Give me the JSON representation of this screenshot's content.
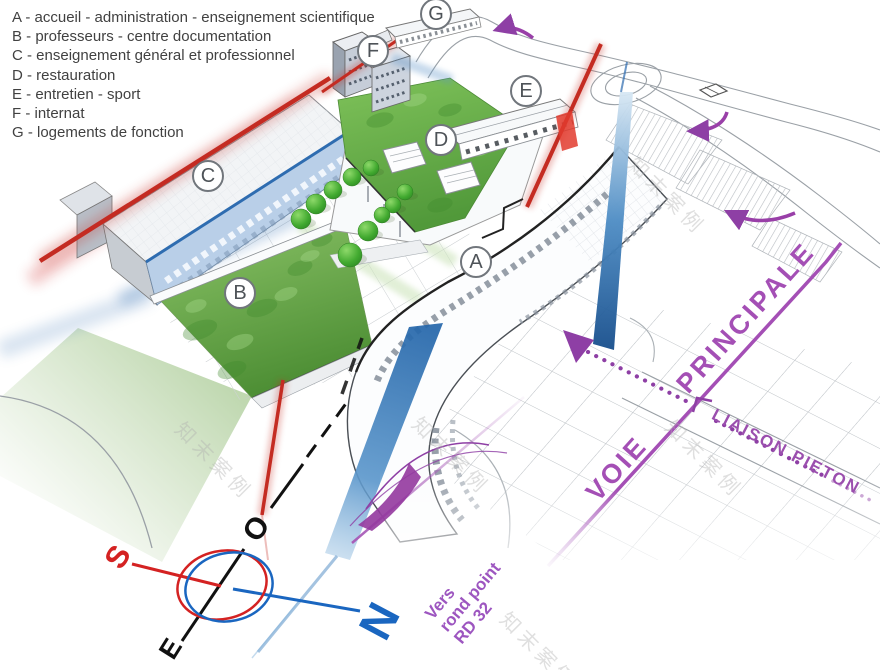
{
  "legend": {
    "items": [
      {
        "text": "A - accueil - administration - enseignement scientifique"
      },
      {
        "text": "B - professeurs - centre documentation"
      },
      {
        "text": "C - enseignement général et professionnel"
      },
      {
        "text": "D - restauration"
      },
      {
        "text": "E - entretien - sport"
      },
      {
        "text": "F - internat"
      },
      {
        "text": "G - logements de fonction"
      }
    ]
  },
  "markers": [
    {
      "letter": "A"
    },
    {
      "letter": "B"
    },
    {
      "letter": "C"
    },
    {
      "letter": "D"
    },
    {
      "letter": "E"
    },
    {
      "letter": "F"
    },
    {
      "letter": "G"
    }
  ],
  "roads": {
    "voie_word1": "VOIE",
    "voie_word2": "PRINCIPALE",
    "liaison_pieton": "LIAISON PIETON",
    "vers_line1": "Vers",
    "vers_line2": "rond point",
    "vers_line3": "RD 32"
  },
  "compass": {
    "north": "N",
    "south": "S",
    "east": "E",
    "west": "O"
  },
  "watermark": {
    "text": "知末案例"
  },
  "colors": {
    "red_flow": "#c42c22",
    "blue_flow": "#2e6cb0",
    "purple_flow": "#a44fb5",
    "green_roof": "#5fa844",
    "facade_blue": "#b9cfe8",
    "north_blue": "#1a66c0",
    "south_red": "#d42222"
  }
}
